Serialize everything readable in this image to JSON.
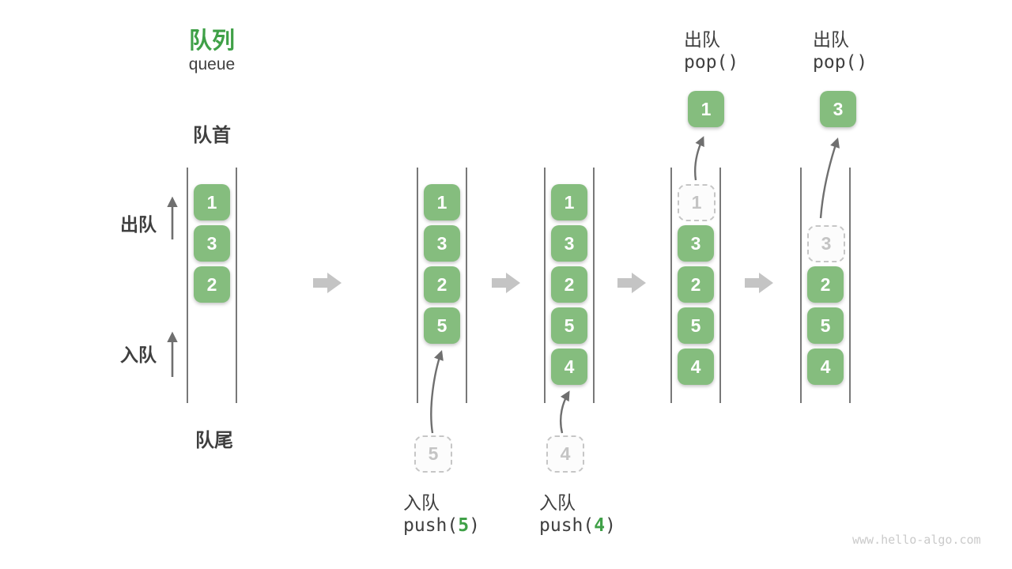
{
  "header": {
    "title_zh": "队列",
    "title_en": "queue"
  },
  "labels": {
    "front": "队首",
    "rear": "队尾",
    "dequeue_side": "出队",
    "enqueue_side": "入队"
  },
  "watermark": "www.hello-algo.com",
  "colors": {
    "box_green": "#85BD7E",
    "accent_green": "#3FA047",
    "text_dark": "#3F3F3F",
    "wall_gray": "#565656",
    "arrow_gray": "#6F6F6F",
    "block_arrow_gray": "#C4C4C4",
    "dashed_border": "#C6C6C6",
    "dashed_text": "#C4C4C4",
    "watermark_gray": "#CACACA",
    "box_text": "#FFFFFF",
    "background": "#FFFFFF"
  },
  "states": [
    {
      "boxes": [
        "1",
        "3",
        "2"
      ]
    },
    {
      "boxes": [
        "1",
        "3",
        "2",
        "5"
      ],
      "pending": "5",
      "op": {
        "label": "入队",
        "code_pre": "push(",
        "arg": "5",
        "code_post": ")"
      }
    },
    {
      "boxes": [
        "1",
        "3",
        "2",
        "5",
        "4"
      ],
      "pending": "4",
      "op": {
        "label": "入队",
        "code_pre": "push(",
        "arg": "4",
        "code_post": ")"
      }
    },
    {
      "ghost": "1",
      "boxes": [
        "3",
        "2",
        "5",
        "4"
      ],
      "popped": "1",
      "op": {
        "label": "出队",
        "code": "pop()"
      }
    },
    {
      "ghost": "3",
      "boxes": [
        "2",
        "5",
        "4"
      ],
      "popped": "3",
      "op": {
        "label": "出队",
        "code": "pop()"
      }
    }
  ]
}
